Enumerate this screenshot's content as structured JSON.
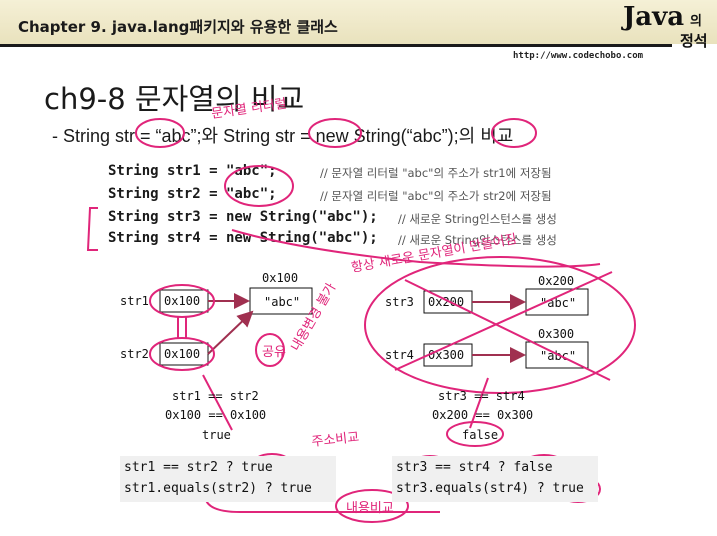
{
  "header": {
    "chapter_title": "Chapter 9. java.lang패키지와 유용한 클래스",
    "logo_java": "Java",
    "logo_ui": "의",
    "logo_jeongseok": "정석",
    "url": "http://www.codechobo.com"
  },
  "slide": {
    "title": "ch9-8 문자열의 비교",
    "bullet": "- String str = “abc”;와 String str = new String(“abc”);의 비교"
  },
  "code": [
    {
      "code": "String str1 = \"abc\";",
      "comment": "// 문자열 리터럴 \"abc\"의 주소가 str1에 저장됨"
    },
    {
      "code": "String str2 = \"abc\";",
      "comment": "// 문자열 리터럴 \"abc\"의 주소가 str2에 저장됨"
    },
    {
      "code": "String str3 = new String(\"abc\");",
      "comment": "// 새로운 String인스턴스를 생성"
    },
    {
      "code": "String str4 = new String(\"abc\");",
      "comment": "// 새로운 String인스턴스를 생성"
    }
  ],
  "diagram_left": {
    "addr_label": "0x100",
    "var1": "str1",
    "var1_value": "0x100",
    "var2": "str2",
    "var2_value": "0x100",
    "object": "\"abc\""
  },
  "diagram_right": {
    "addr_label1": "0x200",
    "addr_label2": "0x300",
    "var3": "str3",
    "var3_value": "0x200",
    "var4": "str4",
    "var4_value": "0x300",
    "object1": "\"abc\"",
    "object2": "\"abc\""
  },
  "compare_left": {
    "line1": "str1 == str2",
    "line2": "0x100 == 0x100",
    "result": "true"
  },
  "compare_right": {
    "line1": "str3 == str4",
    "line2": "0x200 == 0x300",
    "result": "false"
  },
  "result_left": {
    "line1": "str1 == str2 ? true",
    "line2": "str1.equals(str2) ? true"
  },
  "result_right": {
    "line1": "str3 == str4 ? false",
    "line2": "str3.equals(str4) ? true"
  },
  "annotations": {
    "literal": "문자열 리터럴",
    "new_object": "항상 새로운 문자열이 만들어짐",
    "shared": "공유",
    "immutable": "내용변경 불가",
    "address_compare": "주소비교",
    "content_compare": "내용비교"
  },
  "colors": {
    "annotation": "#e0257a",
    "header_bg": "#efe8c6",
    "arrow": "#a03050"
  }
}
